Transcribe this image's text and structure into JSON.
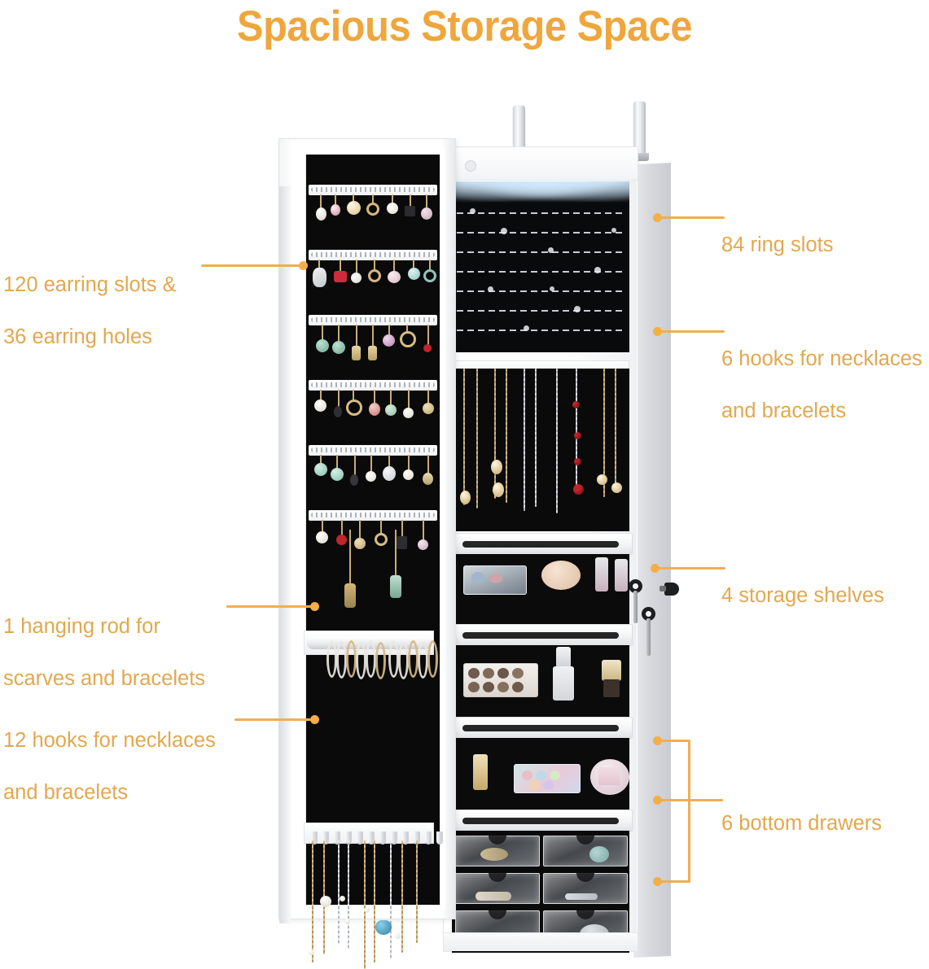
{
  "title": "Spacious Storage Space",
  "theme": {
    "accent": "#efa63c",
    "callout_text": "#e2a84f",
    "leader_line": "#f0ae52",
    "leader_dot": "#f5ae47",
    "background": "#ffffff",
    "cabinet_white": "#ffffff",
    "cabinet_side_gray": "#d6d8dd",
    "interior_black": "#0a0a0a"
  },
  "callouts": {
    "left": [
      {
        "id": "earring-slots",
        "text": "120 earring slots &\n36 earring holes",
        "line1": "120 earring slots &",
        "line2": "36 earring holes"
      },
      {
        "id": "hanging-rod",
        "text": "1 hanging rod for\nscarves and bracelets",
        "line1": "1 hanging rod for",
        "line2": "scarves and bracelets"
      },
      {
        "id": "door-hooks",
        "text": "12 hooks for necklaces\nand bracelets",
        "line1": "12 hooks for necklaces",
        "line2": "and bracelets"
      }
    ],
    "right": [
      {
        "id": "ring-slots",
        "text": "84 ring slots"
      },
      {
        "id": "necklace-hooks",
        "text": "6 hooks for necklaces\nand bracelets",
        "line1": "6 hooks for necklaces",
        "line2": "and bracelets"
      },
      {
        "id": "storage-shelves",
        "text": "4 storage shelves"
      },
      {
        "id": "bottom-drawers",
        "text": "6 bottom drawers"
      }
    ]
  },
  "product": {
    "name": "over-door mirrored jewelry armoire",
    "features": {
      "earring_slots": 120,
      "earring_holes": 36,
      "hanging_rods": 1,
      "door_hooks": 12,
      "ring_slots": 84,
      "necklace_hooks": 6,
      "storage_shelves": 4,
      "bottom_drawers": 6,
      "over_door_hangers": 2,
      "led_lights": true,
      "lock_and_keys": true
    },
    "earring_rows": 6,
    "drawer_grid": {
      "columns": 2,
      "rows": 3
    }
  }
}
